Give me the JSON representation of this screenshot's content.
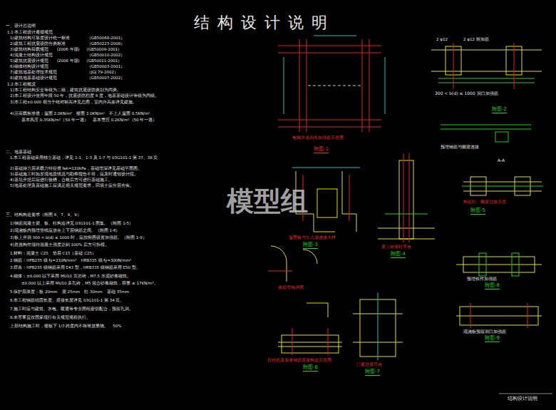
{
  "diagram": {
    "title": "结 构 设 计 说 明",
    "labels": [
      "一、设计总说明",
      "1.1 本工程设计遵循规范",
      "1)建筑结构可靠度设计统一标准　　　　（GB50068-2001）",
      "2)建筑工程抗震设防分类标准　　　　　（GB50223-2008）",
      "3)建筑结构荷载规范　　(2006 年版)　（GB50009-2001）",
      "4)混凝土结构设计规范　　　　　　　　（GB50010-2002）",
      "5)建筑抗震设计规范　　(2008 年版)　（GB50011-2001）",
      "6)砌体结构设计规范　　　　　　　　　（GB50003-2001）",
      "7)建筑地基处理技术规范　　　　　　　（JGJ 79-2002）",
      "8)建筑地基基础设计规范　　　　　　　（GB50007-2002）",
      "1.2 本工程概况",
      "1)本工程结构安全等级为二级，建筑抗震设防类别为丙类。",
      "2)本工程设计使用年限 50 年，抗震设防烈度 6 度，地基基础设计等级为丙级。",
      "3)本工程±0.000 相当于绝对标高详见总图，室内外高差详见建施。",
      "4)活荷载标准值：屋面 2.0KN/m²　楼面 2.0KN/m²　不上人屋面 0.5KN/m²",
      "基本风压 0.35KN/m²（50 年一遇）　基本雪压 0.2KN/m²（50 年一遇）",
      "二、地基基础",
      "1.本工程基础采用独立基础，详见 1-1、1-3 及 1-7 与 03G101-1 第 37、38 页",
      "2)基础持力层承载力特征值 fak=120kPa，基础埋深详见基础平面图。",
      "3)基础施工时如发现地质情况与勘察报告不符，应及时通知设计院。",
      "4)基坑开挖后应进行验槽，合格后方可进行基础施工。",
      "5)地基处理及基础施工应满足相关规范要求，回填土应分层夯实。",
      "三、结构构造要求（附图 6、7、8、9）",
      "1)钢筋混凝土梁、板、柱构造详见 03G101-1 图集。（附图 1-5）",
      "2)现浇板内预埋管线应放在上下层钢筋之间。（附图 1-6）",
      "3)板上开洞 300 < b(d) ≤ 1000 时，应按附图设置加强筋。（附图 1-9）",
      "4)悬挑构件须待混凝土强度达到 100% 后方可拆模。",
      "1.材料：混凝土 C25　垫层 C15（基础 C25）",
      "2.钢筋：HPB235 级 fy=210N/mm²　HRB335 级 fy=300N/mm²",
      "3.焊条：HPB235 级钢筋采用 E43 型，HRB335 级钢筋采用 E50 型。",
      "4.砌体：±0.000 以下采用 MU10 页岩砖，M7.5 水泥砂浆砌筑。",
      "±0.000 以上采用 MU10 多孔砖，M5 混合砂浆砌筑，容重 ≤ 17KN/m³。",
      "5.保护层厚度：板 20mm　梁 25mm　柱 30mm　基础 35mm",
      "6.本工程钢筋锚固长度、搭接长度详见 03G101-1 第 34 页。",
      "7.施工时应与建筑、水电、暖通等专业图纸密切配合，预留孔洞。",
      "8.未尽事宜按国家现行有关规范规程执行。",
      "上部结构施工时，楼板下 1/3 跨度内不得堆放重物。　50%",
      "电梯井道四角加强筋示意图",
      "附图-1",
      "2 φ12 附加筋",
      "2 φ12",
      "300 < b(d) ≤ 1000 洞口加强筋",
      "附图-2",
      "预埋钢筋与圈梁连接",
      "A-A",
      "屋面板与女儿墙连接大样",
      "附图-3",
      "梁上砖墙柱节点",
      "附图-4",
      "构造柱、圈梁交接示意",
      "附图-5",
      "箍筋弯钩详图",
      "拉结筋及墙体钢筋搭接构造示意图",
      "附图-6",
      "门窗过梁节点",
      "附图-7",
      "预埋铁件加强筋",
      "附图-8",
      "现浇板预留洞口加强筋",
      "附图-9",
      "模型组",
      "结构设计说明"
    ]
  }
}
